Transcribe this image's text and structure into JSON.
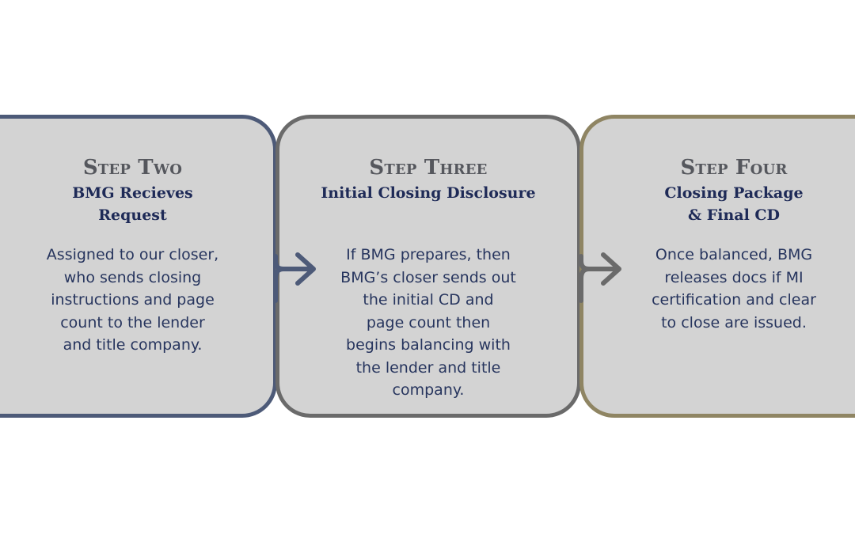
{
  "steps": [
    {
      "title": "Step Two",
      "subtitle": "BMG Recieves\nRequest",
      "body": "Assigned to our closer,\nwho sends closing\ninstructions and page\ncount to the lender\nand title company.",
      "color": "#4d5a78"
    },
    {
      "title": "Step Three",
      "subtitle": "Initial Closing Disclosure",
      "body": "If BMG prepares, then\nBMG’s closer sends out\nthe initial CD and\npage count then\nbegins balancing with\nthe lender and title\ncompany.",
      "color": "#6a6a6a"
    },
    {
      "title": "Step Four",
      "subtitle": "Closing Package\n& Final CD",
      "body": "Once balanced, BMG\nreleases docs if MI\ncertification and clear\nto close are issued.",
      "color": "#8f8563"
    }
  ],
  "colors": {
    "card_fill": "#d3d3d3",
    "title_text": "#55575d",
    "subtitle_text": "#1e2a57",
    "body_text": "#27355e",
    "incoming_arrow": "#27355e"
  },
  "icons": [
    "chevron-right-icon",
    "arrow-right-icon"
  ]
}
